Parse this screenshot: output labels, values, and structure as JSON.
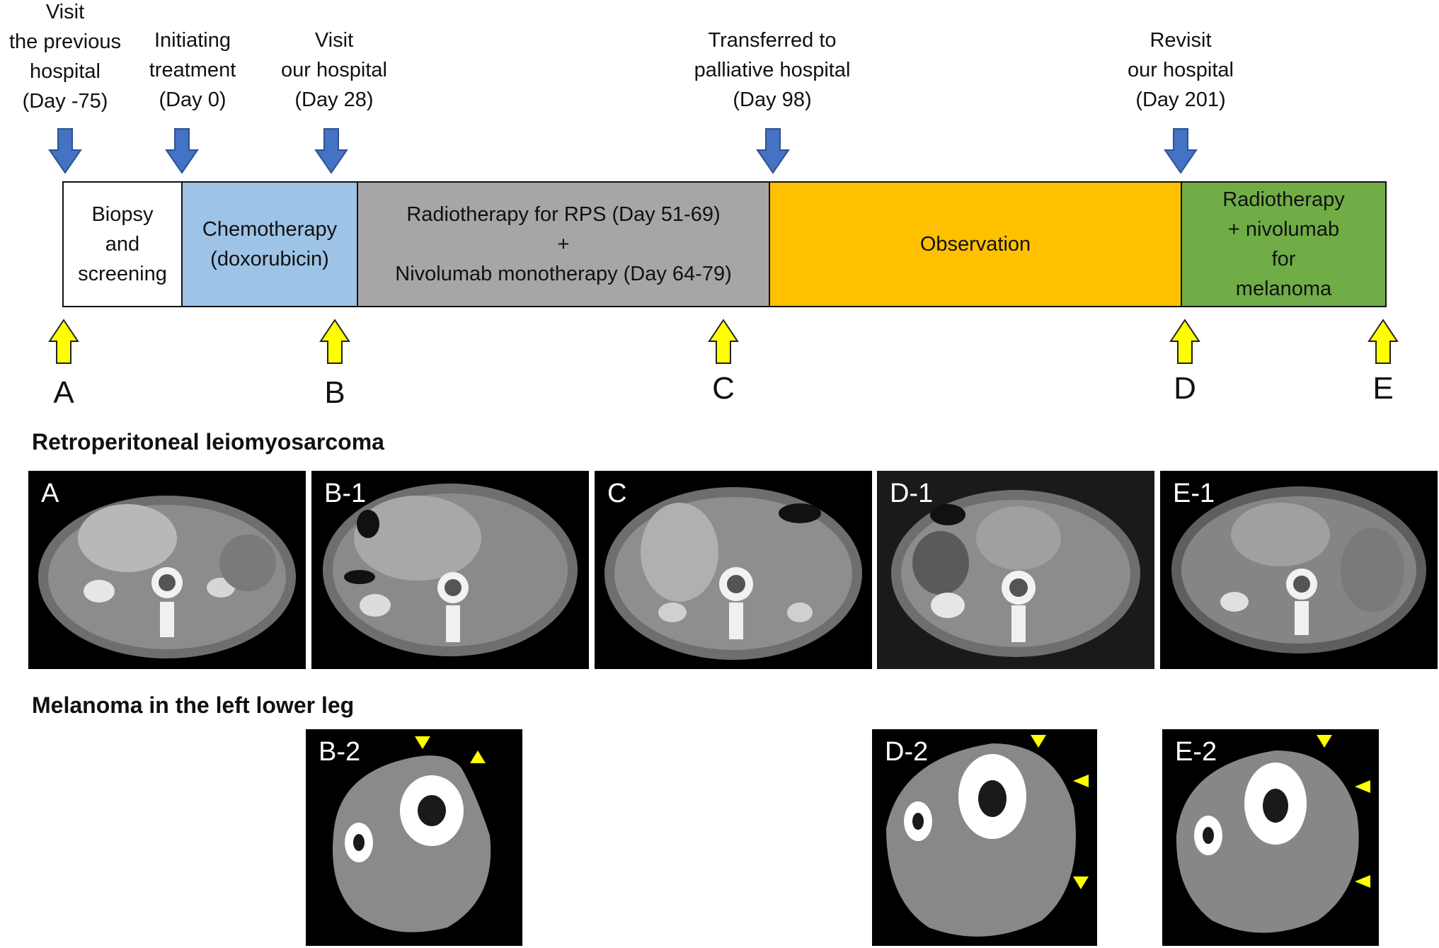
{
  "events": [
    {
      "id": "visit-prev",
      "lines": [
        "Visit",
        "the previous",
        "hospital",
        "(Day -75)"
      ]
    },
    {
      "id": "init-treat",
      "lines": [
        "Initiating",
        "treatment",
        "(Day 0)"
      ]
    },
    {
      "id": "visit-ours",
      "lines": [
        "Visit",
        "our hospital",
        "(Day 28)"
      ]
    },
    {
      "id": "transfer",
      "lines": [
        "Transferred to",
        "palliative hospital",
        "(Day 98)"
      ]
    },
    {
      "id": "revisit",
      "lines": [
        "Revisit",
        "our hospital",
        "(Day 201)"
      ]
    }
  ],
  "phases": [
    {
      "id": "biopsy",
      "lines": [
        "Biopsy",
        "and",
        "screening"
      ],
      "color": "#ffffff"
    },
    {
      "id": "chemo",
      "lines": [
        "Chemotherapy",
        "(doxorubicin)"
      ],
      "color": "#9dc3e6"
    },
    {
      "id": "radio",
      "lines": [
        "Radiotherapy for RPS (Day 51-69)",
        "+",
        "Nivolumab monotherapy (Day 64-79)"
      ],
      "color": "#a6a6a6"
    },
    {
      "id": "observation",
      "lines": [
        "Observation"
      ],
      "color": "#ffc000"
    },
    {
      "id": "radio-nivo",
      "lines": [
        "Radiotherapy",
        "+ nivolumab",
        "for",
        "melanoma"
      ],
      "color": "#70ad47"
    }
  ],
  "timepoints": [
    "A",
    "B",
    "C",
    "D",
    "E"
  ],
  "sections": {
    "rps_title": "Retroperitoneal leiomyosarcoma",
    "melanoma_title": "Melanoma in the left lower leg"
  },
  "rps_scans": [
    "A",
    "B-1",
    "C",
    "D-1",
    "E-1"
  ],
  "melanoma_scans": [
    "B-2",
    "D-2",
    "E-2"
  ],
  "colors": {
    "down_arrow": "#4472c4",
    "up_arrow": "#ffff00",
    "arrowhead_marker": "#ffff00"
  }
}
